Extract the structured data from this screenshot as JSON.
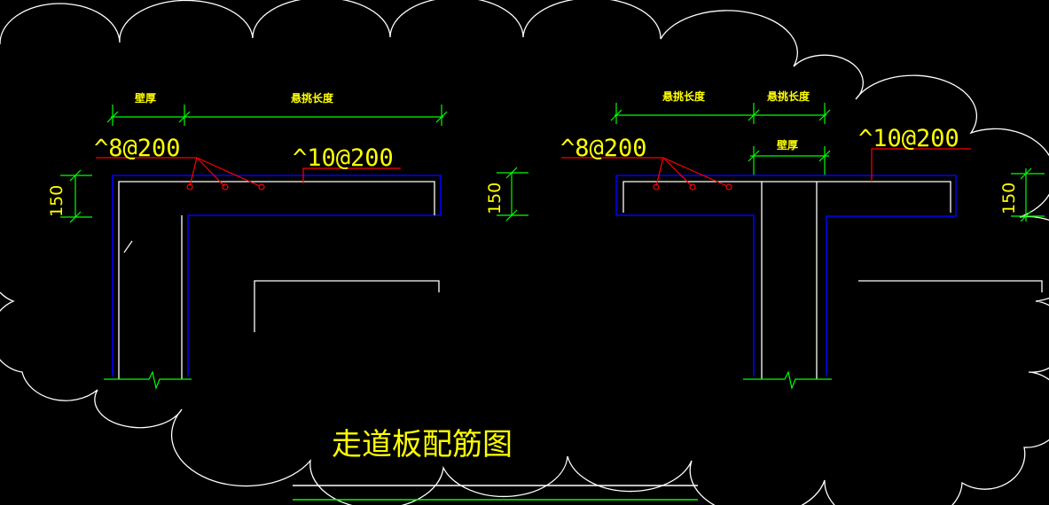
{
  "left_detail": {
    "dim_wall_thickness": "壁厚",
    "dim_cantilever_length": "悬挑长度",
    "rebar_top": "^8@200",
    "rebar_slab": "^10@200",
    "slab_thickness": "150"
  },
  "right_detail": {
    "dim_cantilever_length_left": "悬挑长度",
    "dim_cantilever_length_right": "悬挑长度",
    "dim_wall_thickness": "壁厚",
    "rebar_top": "^8@200",
    "rebar_slab": "^10@200",
    "slab_thickness_left": "150",
    "slab_thickness_right": "150"
  },
  "drawing_title": "走道板配筋图",
  "colors": {
    "background": "#000000",
    "cloud": "#ffffff",
    "concrete_outline": "#ffffff",
    "cover_line": "#0000ff",
    "dimension": "#00ff00",
    "rebar": "#ff0000",
    "text": "#ffff00"
  }
}
